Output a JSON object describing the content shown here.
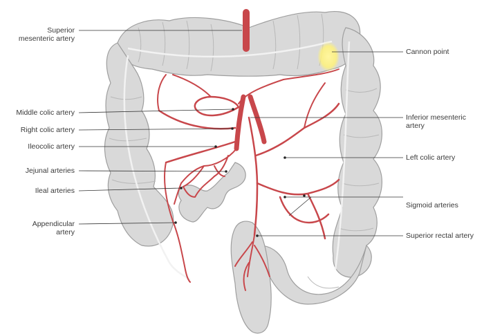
{
  "labels": {
    "superior_mesenteric_artery": [
      "Superior",
      "mesenteric artery"
    ],
    "middle_colic_artery": "Middle colic artery",
    "right_colic_artery": "Right colic artery",
    "ileocolic_artery": "Ileocolic artery",
    "jejunal_arteries": "Jejunal arteries",
    "ileal_arteries": "Ileal arteries",
    "appendicular_artery": [
      "Appendicular",
      "artery"
    ],
    "cannon_point": "Cannon point",
    "inferior_mesenteric_artery": [
      "Inferior mesenteric",
      "artery"
    ],
    "left_colic_artery": "Left colic artery",
    "sigmoid_arteries": "Sigmoid arteries",
    "superior_rectal_artery": "Superior rectal artery"
  },
  "colors": {
    "colon_fill": "#d9d9d9",
    "colon_stroke": "#9e9e9e",
    "artery": "#c8474b",
    "artery_dark": "#a83438",
    "cannon_point_highlight": "#fff27a",
    "leader_line": "#333333"
  }
}
